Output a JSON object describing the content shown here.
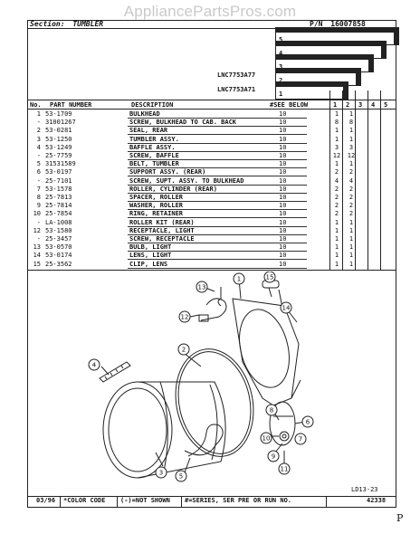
{
  "watermark": "AppliancePartsPros.com",
  "section_label": "Section:",
  "section_name": "TUMBLER",
  "pn_label": "P/N",
  "pn_value": "16007858",
  "models": [
    "LNC7753A77",
    "LNC7753A71"
  ],
  "stair_numbers": [
    "5",
    "4",
    "3",
    "2",
    "1"
  ],
  "columns": {
    "no": "No.",
    "part_number": "PART NUMBER",
    "description": "DESCRIPTION",
    "see_below": "#SEE BELOW",
    "series": [
      "1",
      "2",
      "3",
      "4",
      "5"
    ]
  },
  "parts": [
    {
      "no": "1",
      "pn": "53-1709",
      "desc": "BULKHEAD",
      "see": "10",
      "c1": "1",
      "c2": "1"
    },
    {
      "no": "-",
      "pn": "31001267",
      "desc": "SCREW, BULKHEAD TO CAB. BACK",
      "see": "10",
      "c1": "8",
      "c2": "8"
    },
    {
      "no": "2",
      "pn": "53-0281",
      "desc": "SEAL, REAR",
      "see": "10",
      "c1": "1",
      "c2": "1"
    },
    {
      "no": "3",
      "pn": "53-1250",
      "desc": "TUMBLER ASSY.",
      "see": "10",
      "c1": "1",
      "c2": "1"
    },
    {
      "no": "4",
      "pn": "53-1249",
      "desc": "BAFFLE ASSY.",
      "see": "10",
      "c1": "3",
      "c2": "3"
    },
    {
      "no": "-",
      "pn": "25-7759",
      "desc": "SCREW, BAFFLE",
      "see": "10",
      "c1": "12",
      "c2": "12"
    },
    {
      "no": "5",
      "pn": "31531589",
      "desc": "BELT, TUMBLER",
      "see": "10",
      "c1": "1",
      "c2": "1"
    },
    {
      "no": "6",
      "pn": "53-0197",
      "desc": "SUPPORT ASSY. (REAR)",
      "see": "10",
      "c1": "2",
      "c2": "2"
    },
    {
      "no": "-",
      "pn": "25-7101",
      "desc": "SCREW, SUPT. ASSY. TO BULKHEAD",
      "see": "10",
      "c1": "4",
      "c2": "4"
    },
    {
      "no": "7",
      "pn": "53-1578",
      "desc": "ROLLER, CYLINDER (REAR)",
      "see": "10",
      "c1": "2",
      "c2": "2"
    },
    {
      "no": "8",
      "pn": "25-7813",
      "desc": "SPACER, ROLLER",
      "see": "10",
      "c1": "2",
      "c2": "2"
    },
    {
      "no": "9",
      "pn": "25-7814",
      "desc": "WASHER, ROLLER",
      "see": "10",
      "c1": "2",
      "c2": "2"
    },
    {
      "no": "10",
      "pn": "25-7854",
      "desc": "RING, RETAINER",
      "see": "10",
      "c1": "2",
      "c2": "2"
    },
    {
      "no": "-",
      "pn": "LA-1008",
      "desc": "ROLLER KIT (REAR)",
      "see": "10",
      "c1": "1",
      "c2": "1"
    },
    {
      "no": "12",
      "pn": "53-1580",
      "desc": "RECEPTACLE, LIGHT",
      "see": "10",
      "c1": "1",
      "c2": "1"
    },
    {
      "no": "-",
      "pn": "25-3457",
      "desc": "SCREW, RECEPTACLE",
      "see": "10",
      "c1": "1",
      "c2": "1"
    },
    {
      "no": "13",
      "pn": "53-0570",
      "desc": "BULB, LIGHT",
      "see": "10",
      "c1": "1",
      "c2": "1"
    },
    {
      "no": "14",
      "pn": "53-0174",
      "desc": "LENS, LIGHT",
      "see": "10",
      "c1": "1",
      "c2": "1"
    },
    {
      "no": "15",
      "pn": "25-3562",
      "desc": "CLIP, LENS",
      "see": "10",
      "c1": "1",
      "c2": "1"
    }
  ],
  "callouts": [
    "1",
    "2",
    "3",
    "4",
    "5",
    "6",
    "7",
    "8",
    "9",
    "10",
    "11",
    "12",
    "13",
    "14",
    "15"
  ],
  "page_ref": "LD13-23",
  "footer": {
    "date": "03/96",
    "color_code": "*COLOR CODE",
    "not_shown": "(-)=NOT SHOWN",
    "series": "#=SERIES, SER PRE OR RUN NO.",
    "doc_no": "42338"
  },
  "corner_mark": "P"
}
